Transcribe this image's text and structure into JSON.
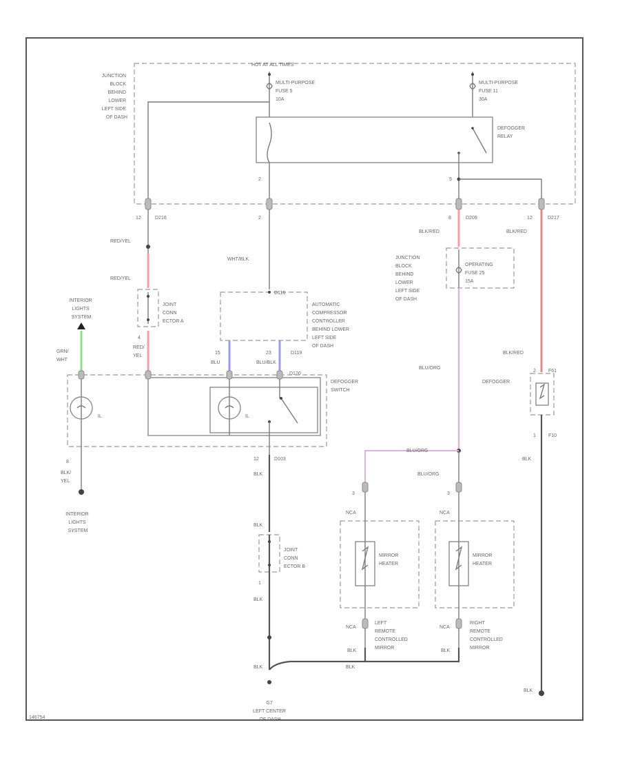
{
  "labels": {
    "hot_at_all_times": "HOT AT ALL TIMES",
    "junction_block_top": [
      "JUNCTION",
      "BLOCK",
      "BEHIND",
      "LOWER",
      "LEFT SIDE",
      "OF DASH"
    ],
    "fuse5": [
      "MULTI-PURPOSE",
      "FUSE 5",
      "10A"
    ],
    "fuse11": [
      "MULTI-PURPOSE",
      "FUSE 11",
      "30A"
    ],
    "defogger_relay": [
      "DEFOGGER",
      "RELAY"
    ],
    "pin_2a": "2",
    "pin_2b": "2",
    "pin_5": "5",
    "pin_12a": "12",
    "conn_d216": "D216",
    "pin_8": "8",
    "conn_d209": "D209",
    "pin_12b": "12",
    "conn_d217": "D217",
    "red_yel_1": "RED/YEL",
    "red_yel_2": "RED/YEL",
    "wht_blk": "WHT/BLK",
    "blk_red_1": "BLK/RED",
    "blk_red_2": "BLK/RED",
    "blk_red_3": "BLK/RED",
    "junction_block_mid": [
      "JUNCTION",
      "BLOCK",
      "BEHIND",
      "LOWER",
      "LEFT SIDE",
      "OF DASH"
    ],
    "operating_fuse": [
      "OPERATING",
      "FUSE 25",
      "15A"
    ],
    "conn_d116": "D116",
    "auto_comp": [
      "AUTOMATIC",
      "COMPRESSOR",
      "CONTROLLER",
      "BEHIND LOWER",
      "LEFT SIDE",
      "OF DASH"
    ],
    "interior_lights_top": [
      "INTERIOR",
      "LIGHTS",
      "SYSTEM"
    ],
    "joint_conn_a": [
      "JOINT",
      "CONN",
      "ECTOR A"
    ],
    "pin_4": "4",
    "red_yel_3": [
      "RED/",
      "YEL"
    ],
    "grn_wht": [
      "GRN/",
      "WHT"
    ],
    "pin_15": "15",
    "pin_23": "23",
    "blu": "BLU",
    "blu_blk": "BLU/BLK",
    "conn_d119": "D119",
    "conn_d120": "D120",
    "defogger_switch": [
      "DEFOGGER",
      "SWITCH"
    ],
    "il1": "IL",
    "il2": "IL",
    "blu_org_1": "BLU/ORG",
    "blu_org_2": "BLU/ORG",
    "blu_org_3": "BLU/ORG",
    "defogger": "DEFOGGER",
    "pin_2c": "2",
    "conn_f61": "F61",
    "pin_1a": "1",
    "conn_f10": "F10",
    "pin_8b": "8",
    "blk_yel": [
      "BLK/",
      "YEL"
    ],
    "interior_lights_bottom": [
      "INTERIOR",
      "LIGHTS",
      "SYSTEM"
    ],
    "pin_12c": "12",
    "conn_d103": "D103",
    "blk_1": "BLK",
    "blk_2": "BLK",
    "blk_3": "BLK",
    "blk_4": "BLK",
    "blk_5": "BLK",
    "blk_6": "BLK",
    "blk_7": "BLK",
    "joint_conn_b": [
      "JOINT",
      "CONN",
      "ECTOR B"
    ],
    "pin_1b": "1",
    "pin_3a": "3",
    "pin_3b": "3",
    "nca_1": "NCA",
    "nca_2": "NCA",
    "nca_3": "NCA",
    "nca_4": "NCA",
    "mirror_heater_1": [
      "MIRROR",
      "HEATER"
    ],
    "mirror_heater_2": [
      "MIRROR",
      "HEATER"
    ],
    "left_mirror": [
      "LEFT",
      "REMOTE",
      "CONTROLLED",
      "MIRROR"
    ],
    "right_mirror": [
      "RIGHT",
      "REMOTE",
      "CONTROLLED",
      "MIRROR"
    ],
    "ground_g7": [
      "G7",
      "LEFT CENTER",
      "OF DASH"
    ],
    "ref_code": "146754"
  },
  "colors": {
    "red_wire": "#f4a0a0",
    "green_wire": "#8fe08f",
    "blue_wire": "#9a9af4",
    "pink_wire": "#dcb3dc",
    "dark_red_wire": "#e08a8a"
  }
}
